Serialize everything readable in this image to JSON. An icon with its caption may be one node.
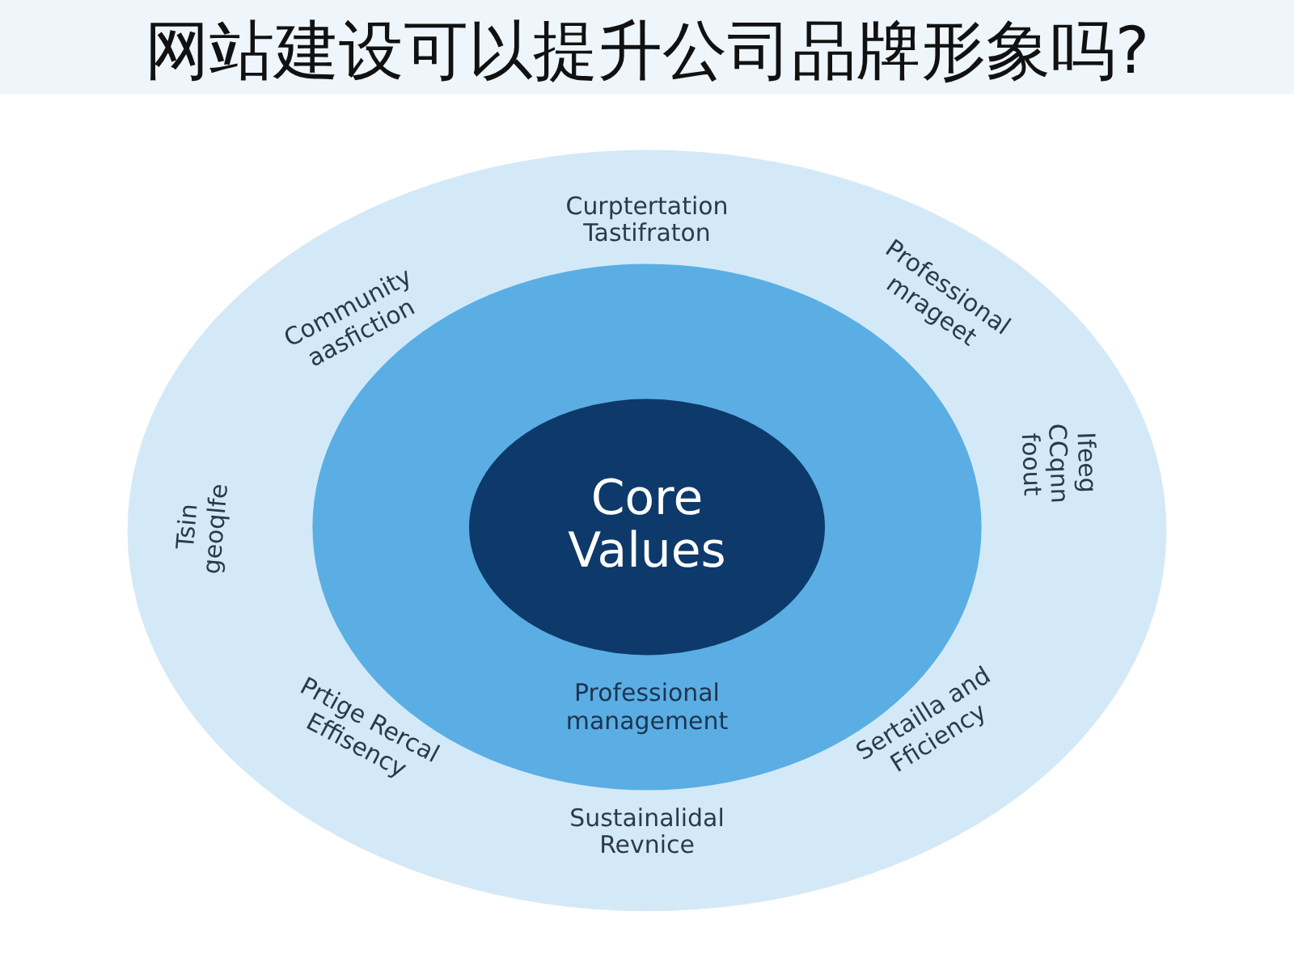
{
  "diagram": {
    "title": "网站建设可以提升公司品牌形象吗?",
    "nodes": [
      {
        "text": [],
        "shape": "circle"
      },
      {
        "text": [
          "Professional management"
        ],
        "in": 0
      },
      {
        "text": [
          "Core Values"
        ],
        "in": 1
      }
    ],
    "edges": [],
    "labels": [
      "Curptertation Tastifraton",
      "Community aasfiction",
      "Professional mrageet",
      "Tsin geoqlfe",
      "Ifeeg CCqnn foout",
      "Prtige Rercal Effisency",
      "Sertailla and Fficiency",
      "Sustainalidal Revnice"
    ]
  }
}
